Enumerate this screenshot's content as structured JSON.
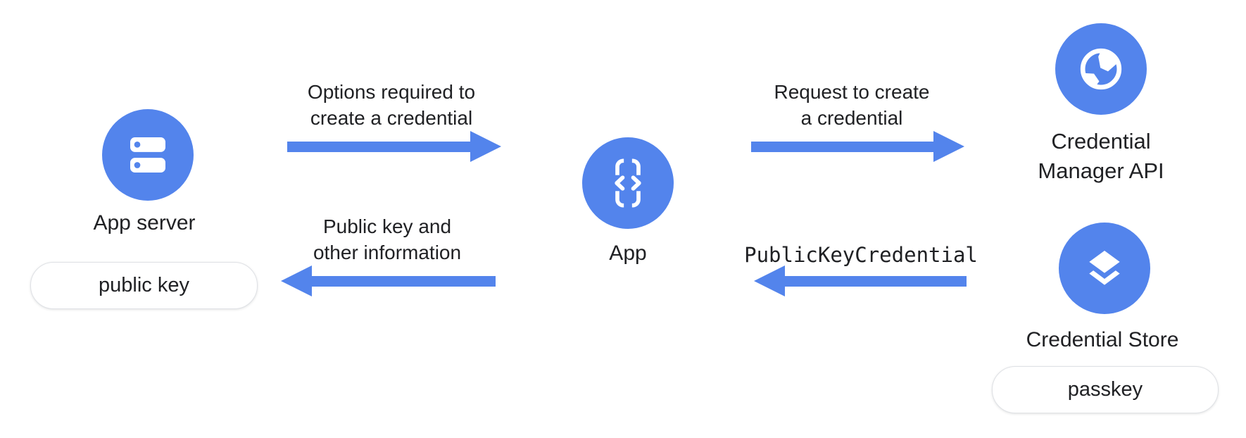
{
  "colors": {
    "node_blue": "#5384EC",
    "arrow_blue": "#5384EC",
    "text": "#202124",
    "pill_border": "#dfe1e5",
    "background": "#ffffff"
  },
  "nodes": {
    "app_server": {
      "label": "App server",
      "badge": "public key",
      "icon": "server-icon"
    },
    "app": {
      "label": "App",
      "icon": "phone-code-icon"
    },
    "credential_manager": {
      "label_line1": "Credential",
      "label_line2": "Manager API",
      "icon": "globe-icon"
    },
    "credential_store": {
      "label": "Credential Store",
      "badge": "passkey",
      "icon": "layers-icon"
    }
  },
  "arrows": {
    "options": {
      "line1": "Options required to",
      "line2": "create a credential",
      "direction": "right",
      "from": "App server",
      "to": "App"
    },
    "request": {
      "line1": "Request to create",
      "line2": "a credential",
      "direction": "right",
      "from": "App",
      "to": "Credential Manager API"
    },
    "public_key_info": {
      "line1": "Public key and",
      "line2": "other information",
      "direction": "left",
      "from": "App",
      "to": "App server"
    },
    "public_key_credential": {
      "label": "PublicKeyCredential",
      "direction": "left",
      "from": "Credential Store",
      "to": "App"
    }
  }
}
